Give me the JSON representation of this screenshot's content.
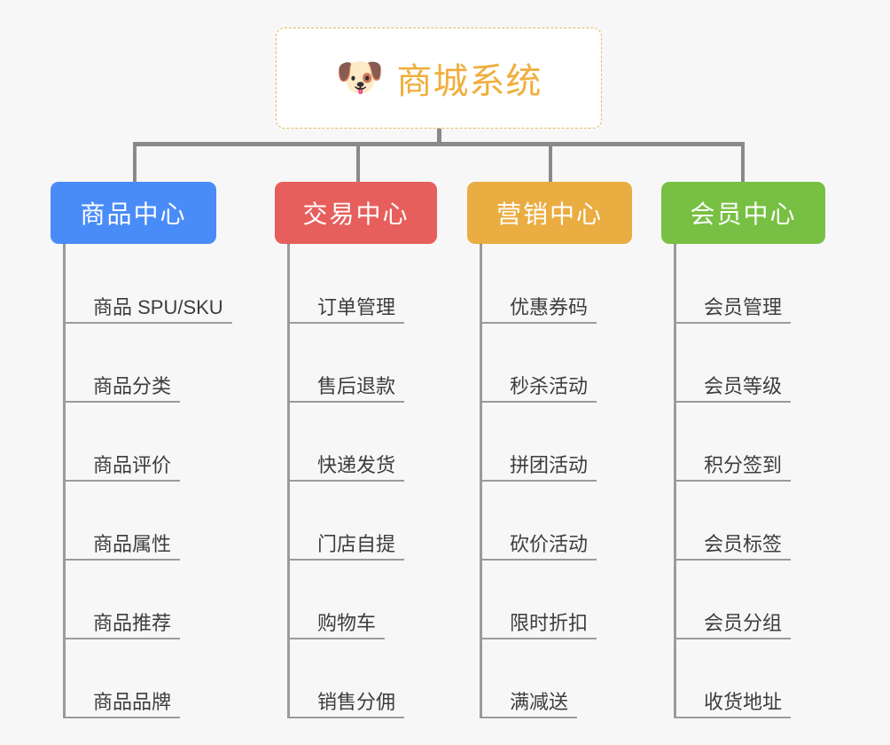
{
  "canvas": {
    "background": "#f7f7f7",
    "connector_color": "#8a8a8a",
    "leaf_rule_color": "#9b9b9b"
  },
  "root": {
    "icon": "🐶",
    "icon_name": "shiba-dog-face-icon",
    "title": "商城系统",
    "text_color": "#f0ae3c",
    "border_color": "#e8b860",
    "background": "#ffffff"
  },
  "branches": [
    {
      "label": "商品中心",
      "color": "#4a8cf7",
      "children": [
        "商品 SPU/SKU",
        "商品分类",
        "商品评价",
        "商品属性",
        "商品推荐",
        "商品品牌"
      ]
    },
    {
      "label": "交易中心",
      "color": "#e65f5c",
      "children": [
        "订单管理",
        "售后退款",
        "快递发货",
        "门店自提",
        "购物车",
        "销售分佣"
      ]
    },
    {
      "label": "营销中心",
      "color": "#e9ad41",
      "children": [
        "优惠券码",
        "秒杀活动",
        "拼团活动",
        "砍价活动",
        "限时折扣",
        "满减送"
      ]
    },
    {
      "label": "会员中心",
      "color": "#78c043",
      "children": [
        "会员管理",
        "会员等级",
        "积分签到",
        "会员标签",
        "会员分组",
        "收货地址"
      ]
    }
  ]
}
